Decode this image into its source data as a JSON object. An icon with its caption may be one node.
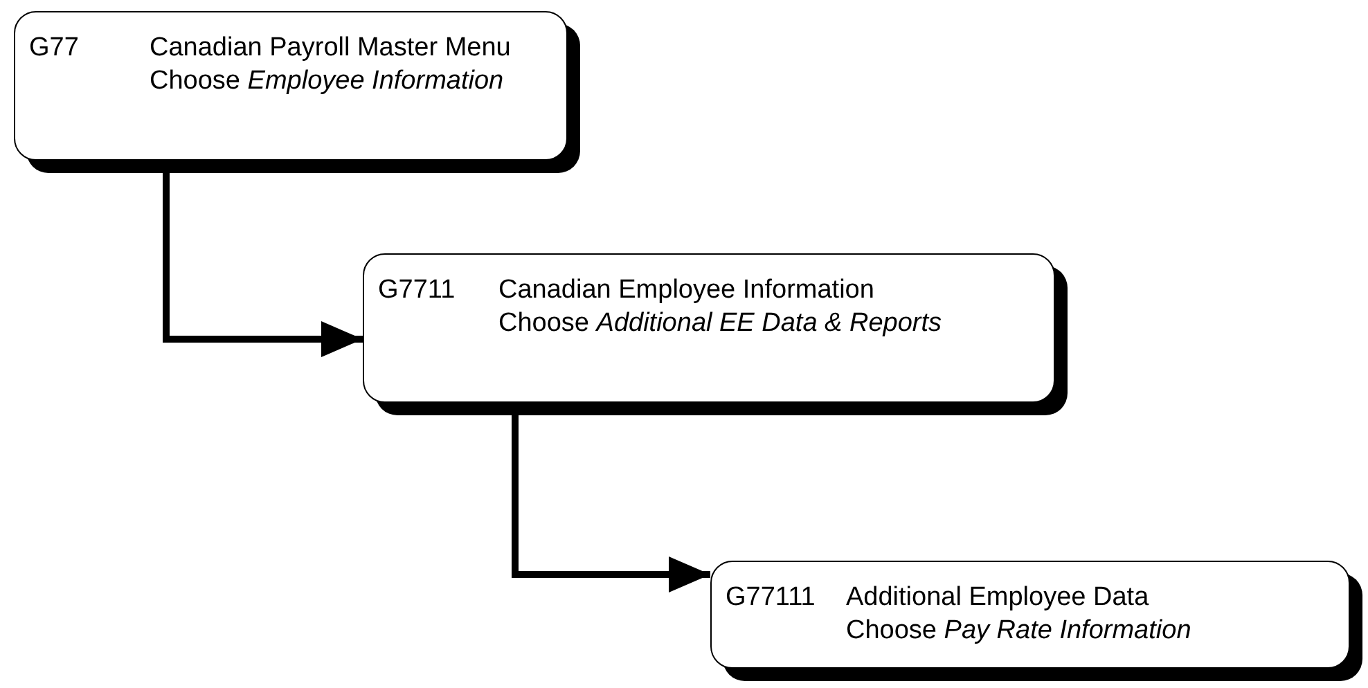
{
  "diagram": {
    "nodes": [
      {
        "text": [
          "G77",
          "Canadian Payroll Master Menu",
          "Choose *Employee Information*"
        ]
      },
      {
        "text": [
          "G7711",
          "Canadian Employee Information",
          "Choose *Additional EE Data & Reports*"
        ]
      },
      {
        "text": [
          "G77111",
          "Additional Employee Data",
          "Choose *Pay Rate Information*"
        ]
      }
    ],
    "edges": [
      {
        "from": 0,
        "to": 1,
        "arrow": "to"
      },
      {
        "from": 1,
        "to": 2,
        "arrow": "to"
      }
    ]
  }
}
